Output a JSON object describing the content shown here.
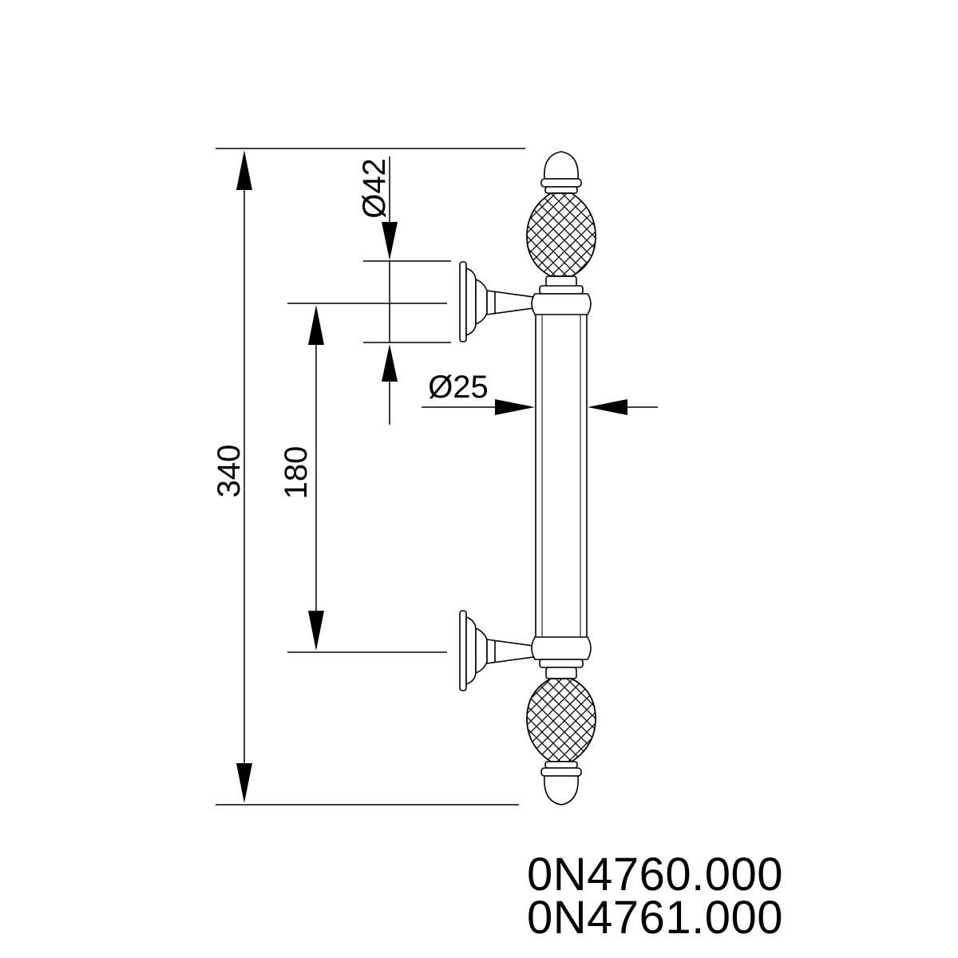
{
  "dimensions": {
    "overall_length": "340",
    "center_distance": "180",
    "rose_diameter": "Ø42",
    "bar_diameter": "Ø25"
  },
  "product_codes": [
    "0N4760.000",
    "0N4761.000"
  ]
}
